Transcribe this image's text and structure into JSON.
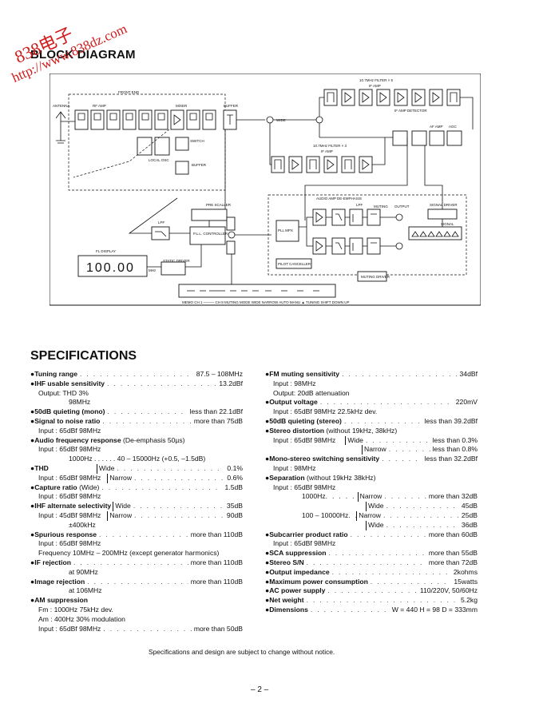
{
  "watermark": {
    "line1": "838电子",
    "line2": "http://www.838dz.com"
  },
  "block_diagram": {
    "title": "BLOCK DIAGRAM",
    "labels": {
      "front_end": "FRONT END",
      "antenna": "ANTENNA",
      "rf_amp": "RF AMP",
      "mixer": "MIXER",
      "buffer": "BUFFER",
      "switch": "SWITCH",
      "local_osc": "LOCAL OSC",
      "buffer2": "BUFFER",
      "wide": "WIDE",
      "filter_top": "10.7MHz FILTER × 5",
      "if_amp_top": "IF AMP",
      "filter_mid": "10.7MHz FILTER × 3",
      "if_amp_mid": "IF AMP",
      "fm_detector": "IF AMP DETECTOR",
      "af_amp": "AF AMP",
      "agc": "AGC",
      "pre_scaller": "PRE SCALLER",
      "lpf": "LPF",
      "pll": "P.L.L. CONTROLLER",
      "pll_mpx": "PLL MPX",
      "audio_amp": "AUDIO AMP",
      "de_emphasis": "DE-EMPHASIS",
      "lpf2": "LPF",
      "muting": "MUTING",
      "output": "OUTPUT",
      "signal_driver": "SIGNAL DRIVER",
      "signal": "SIGNAL",
      "pilot_canceller": "PILOT CANCELLER",
      "muting_driver": "MUTING DRIVER",
      "display": "FL DISPLAY",
      "display_value": "100.00",
      "static_driver": "STATIC DRIVER",
      "mhz": "MHz",
      "buttons_row": "MEMO  CH 1 ——— CH 8  MUTING MODE  WIDE NARROW  AUTO MANU  ▲ TUNING SHIFT  DOWN  UP"
    }
  },
  "specifications": {
    "title": "SPECIFICATIONS",
    "footer_note": "Specifications and design are subject to change without notice.",
    "page_number": "– 2 –",
    "left": {
      "tuning_range": {
        "label": "Tuning range",
        "value": "87.5 – 108MHz"
      },
      "ihf_sensitivity": {
        "label": "IHF usable sensitivity",
        "value": "13.2dBf"
      },
      "ihf_output": "Output: THD 3%",
      "ihf_freq": "98MHz",
      "quieting_mono": {
        "label": "50dB quieting (mono)",
        "value": "less than 22.1dBf"
      },
      "snr": {
        "label": "Signal to noise ratio",
        "value": "more than 75dB"
      },
      "snr_input": "Input  : 65dBf 98MHz",
      "afr_label": "Audio frequency response",
      "afr_note": "(De-emphasis 50µs)",
      "afr_input": "Input  : 65dBf 98MHz",
      "afr_freq": "1000Hz",
      "afr_value": "40 – 15000Hz (+0.5, –1.5dB)",
      "thd_label": "THD",
      "thd_wide": "Wide",
      "thd_wide_val": "0.1%",
      "thd_input": "Input  : 65dBf 98MHz",
      "thd_narrow": "Narrow",
      "thd_narrow_val": "0.6%",
      "capture": {
        "label": "Capture ratio",
        "note": "(Wide)",
        "value": "1.5dB"
      },
      "capture_input": "Input  : 65dBf 98MHz",
      "alt_sel_label": "IHF alternate selectivity",
      "alt_wide": "Wide",
      "alt_wide_val": "35dB",
      "alt_input": "Input  : 45dBf 98MHz",
      "alt_narrow": "Narrow",
      "alt_narrow_val": "90dB",
      "alt_freq": "±400kHz",
      "spurious": {
        "label": "Spurious response",
        "value": "more than 110dB"
      },
      "spurious_input": "Input  : 65dBf 98MHz",
      "spurious_freq": "Frequency 10MHz – 200MHz (except generator harmonics)",
      "if_rej": {
        "label": "IF rejection",
        "value": "more than 110dB"
      },
      "if_rej_at": "at 90MHz",
      "img_rej": {
        "label": "Image rejection",
        "value": "more than 110dB"
      },
      "img_rej_at": "at 106MHz",
      "am_supp_label": "AM suppression",
      "am_fm": "Fm    : 1000Hz  75kHz dev.",
      "am_am": "Am    : 400Hz 30% modulation",
      "am_input_label": "Input  : 65dBf 98MHz",
      "am_input_val": "more than 50dB"
    },
    "right": {
      "fm_muting": {
        "label": "FM muting sensitivity",
        "value": "34dBf"
      },
      "fm_muting_input": "Input  : 98MHz",
      "fm_muting_output": "Output: 20dB attenuation",
      "out_voltage": {
        "label": "Output voltage",
        "value": "220mV"
      },
      "out_voltage_input": "Input  : 65dBf 98MHz 22.5kHz dev.",
      "quieting_stereo": {
        "label": "50dB quieting (stereo)",
        "value": "less than 39.2dBf"
      },
      "stereo_dist_label": "Stereo distortion",
      "stereo_dist_note": "(without 19kHz, 38kHz)",
      "stereo_dist_input": "Input  : 65dBf 98MHz",
      "stereo_dist_wide": "Wide",
      "stereo_dist_wide_val": "less than 0.3%",
      "stereo_dist_narrow": "Narrow",
      "stereo_dist_narrow_val": "less than 0.8%",
      "ms_switch": {
        "label": "Mono-stereo switching sensitivity",
        "value": "less than 32.2dBf"
      },
      "ms_switch_input": "Input  : 98MHz",
      "separation_label": "Separation",
      "separation_note": "(without 19kHz 38kHz)",
      "separation_input": "Input  : 65dBf 98MHz",
      "sep_1000": "1000Hz",
      "sep_1000_narrow": "Narrow",
      "sep_1000_narrow_val": "more than 32dB",
      "sep_1000_wide": "Wide",
      "sep_1000_wide_val": "45dB",
      "sep_100": "100 – 10000Hz",
      "sep_100_narrow": "Narrow",
      "sep_100_narrow_val": "25dB",
      "sep_100_wide": "Wide",
      "sep_100_wide_val": "36dB",
      "subcarrier": {
        "label": "Subcarrier product ratio",
        "value": "more than 60dB"
      },
      "subcarrier_input": "Input  : 65dBf 98MHz",
      "sca": {
        "label": "SCA suppression",
        "value": "more than 55dB"
      },
      "stereo_sn": {
        "label": "Stereo S/N",
        "value": "more than 72dB"
      },
      "out_imp": {
        "label": "Output impedance",
        "value": "2kohms"
      },
      "max_power": {
        "label": "Maximum power consumption",
        "value": "15watts"
      },
      "ac_power": {
        "label": "AC power supply",
        "value": "110/220V, 50/60Hz"
      },
      "net_weight": {
        "label": "Net weight",
        "value": "5.2kg"
      },
      "dimensions": {
        "label": "Dimensions",
        "value": "W = 440  H = 98  D = 333mm"
      }
    }
  }
}
